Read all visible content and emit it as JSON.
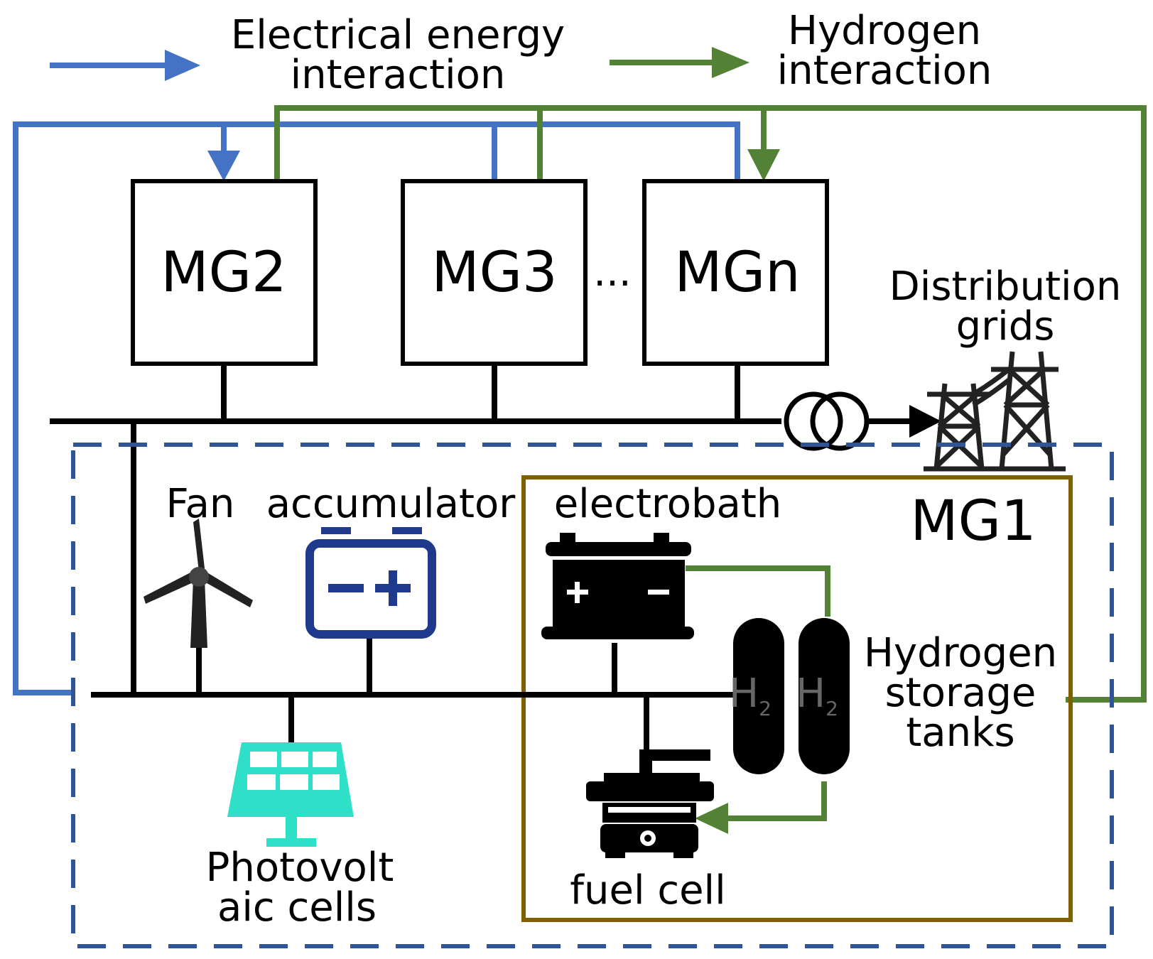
{
  "legend": {
    "electrical": [
      "Electrical energy",
      "interaction"
    ],
    "hydrogen": [
      "Hydrogen",
      "interaction"
    ]
  },
  "microgrids": {
    "mg2": "MG2",
    "mg3": "MG3",
    "ellipsis": "...",
    "mgn": "MGn",
    "mg1": "MG1"
  },
  "distribution": [
    "Distribution",
    "grids"
  ],
  "components": {
    "fan": "Fan",
    "accumulator": "accumulator",
    "electrobath": "electrobath",
    "hydrogen_storage": [
      "Hydrogen",
      "storage",
      "tanks"
    ],
    "photovoltaic": [
      "Photovolt",
      "aic cells"
    ],
    "fuel_cell": "fuel cell",
    "h2_label": "H",
    "h2_sub": "2"
  },
  "colors": {
    "electrical": "#4472C4",
    "hydrogen": "#538135",
    "bus": "#000000",
    "mg1_dashed": "#2F5597",
    "hydrogen_box": "#7F6000",
    "battery_blue": "#1F3A8C",
    "solar_teal": "#2EE0C8"
  }
}
